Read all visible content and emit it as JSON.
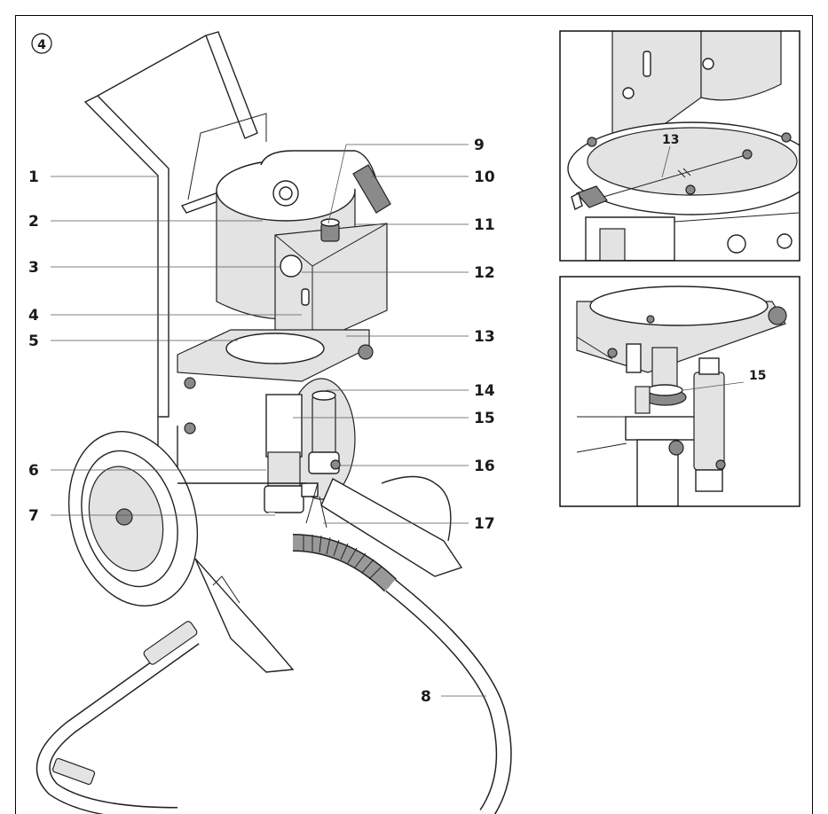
{
  "figure_number": "4",
  "main_labels": {
    "l1": "1",
    "l2": "2",
    "l3": "3",
    "l4": "4",
    "l5": "5",
    "l6": "6",
    "l7": "7",
    "l8": "8",
    "l9": "9",
    "l10": "10",
    "l11": "11",
    "l12": "12",
    "l13": "13",
    "l14": "14",
    "l15": "15",
    "l16": "16",
    "l17": "17"
  },
  "inset_top": {
    "label": "13"
  },
  "inset_bottom": {
    "label": "15"
  }
}
